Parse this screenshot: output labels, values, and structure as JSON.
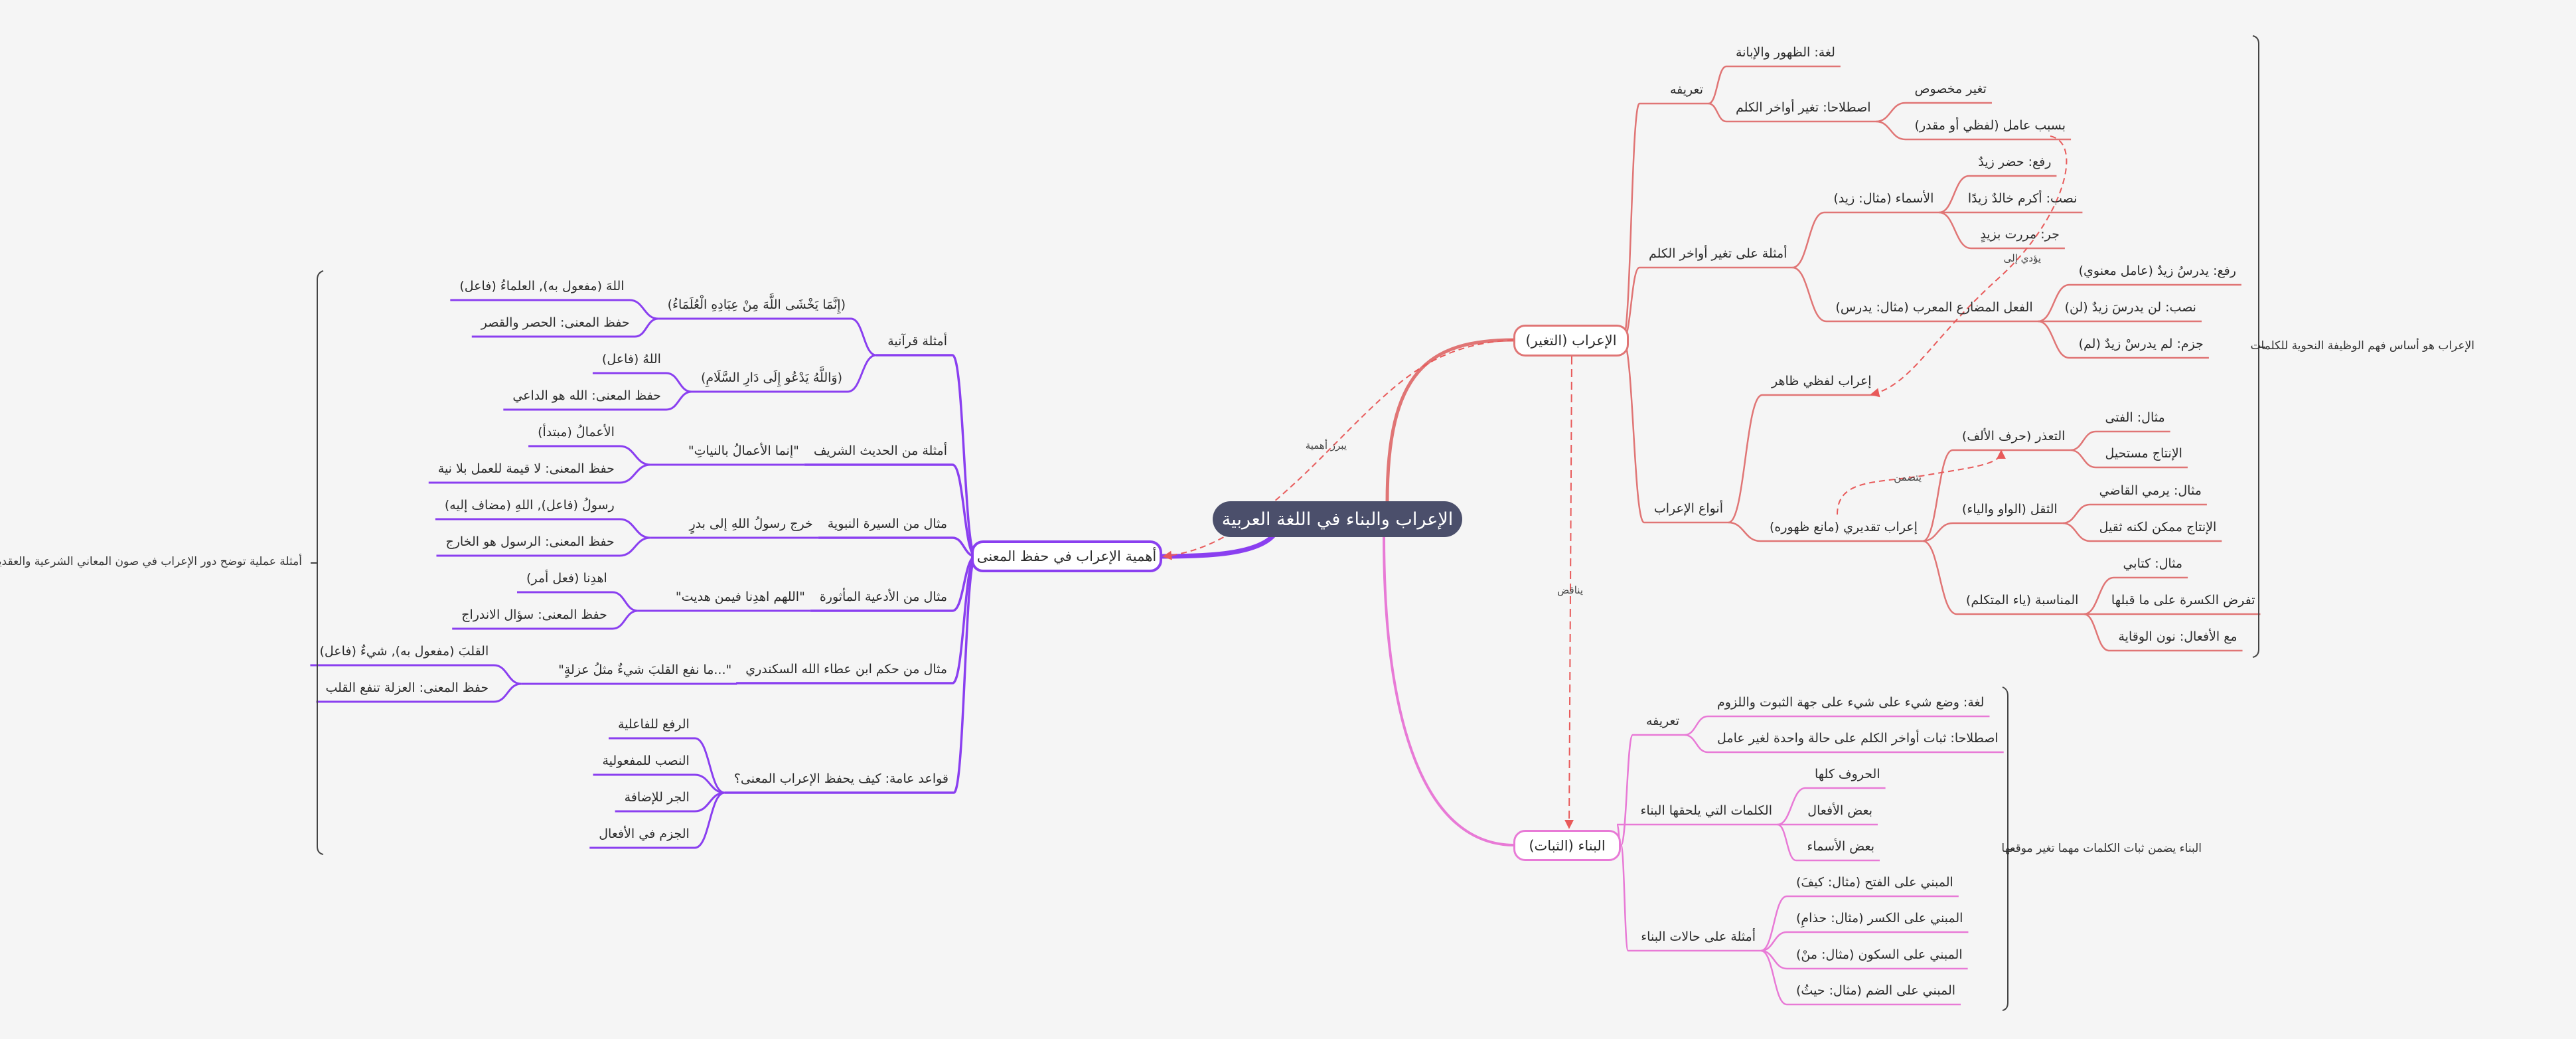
{
  "central": "الإعراب والبناء في اللغة العربية",
  "colors": {
    "irab": "#e07575",
    "bina": "#e87ad6",
    "importance": "#8a3ff0",
    "central": "#4b4f6b",
    "relation": "#e85a5a"
  },
  "irab": {
    "label": "الإعراب (التغير)",
    "children": [
      {
        "label": "تعريفه",
        "children": [
          {
            "label": "لغة: الظهور والإبانة"
          },
          {
            "label": "اصطلاحا: تغير أواخر الكلم",
            "children": [
              {
                "label": "تغير مخصوص"
              },
              {
                "label": "بسبب عامل (لفظي أو مقدر)"
              }
            ]
          }
        ]
      },
      {
        "label": "أمثلة على تغير أواخر الكلم",
        "children": [
          {
            "label": "الأسماء (مثال: زيد)",
            "children": [
              {
                "label": "رفع: حضر زيدٌ"
              },
              {
                "label": "نصب: أكرم خالدٌ زيدًا"
              },
              {
                "label": "جر: مررت بزيدٍ"
              }
            ]
          },
          {
            "label": "الفعل المضارع المعرب (مثال: يدرس)",
            "children": [
              {
                "label": "رفع: يدرسُ زيدٌ (عامل معنوي)"
              },
              {
                "label": "نصب: لن يدرسَ زيدٌ (لن)"
              },
              {
                "label": "جزم: لم يدرسْ زيدٌ (لم)"
              }
            ]
          }
        ]
      },
      {
        "label": "أنواع الإعراب",
        "children": [
          {
            "label": "إعراب لفظي ظاهر"
          },
          {
            "label": "إعراب تقديري (مانع ظهوره)",
            "children": [
              {
                "label": "التعذر (حرف الألف)",
                "children": [
                  {
                    "label": "مثال: الفتى"
                  },
                  {
                    "label": "الإنتاج مستحيل"
                  }
                ]
              },
              {
                "label": "الثقل (الواو والياء)",
                "children": [
                  {
                    "label": "مثال: يرمي القاضي"
                  },
                  {
                    "label": "الإنتاج ممكن لكنه ثقيل"
                  }
                ]
              },
              {
                "label": "المناسبة (ياء المتكلم)",
                "children": [
                  {
                    "label": "مثال: كتابي"
                  },
                  {
                    "label": "تفرض الكسرة على ما قبلها"
                  },
                  {
                    "label": "مع الأفعال: نون الوقاية"
                  }
                ]
              }
            ]
          }
        ]
      }
    ]
  },
  "bina": {
    "label": "البناء (الثبات)",
    "children": [
      {
        "label": "تعريفه",
        "children": [
          {
            "label": "لغة: وضع شيء على شيء على جهة الثبوت واللزوم"
          },
          {
            "label": "اصطلاحا: ثبات أواخر الكلم على حالة واحدة لغير عامل"
          }
        ]
      },
      {
        "label": "الكلمات التي يلحقها البناء",
        "children": [
          {
            "label": "الحروف كلها"
          },
          {
            "label": "بعض الأفعال"
          },
          {
            "label": "بعض الأسماء"
          }
        ]
      },
      {
        "label": "أمثلة على حالات البناء",
        "children": [
          {
            "label": "المبني على الفتح (مثال: كيفَ)"
          },
          {
            "label": "المبني على الكسر (مثال: حذامِ)"
          },
          {
            "label": "المبني على السكون (مثال: منْ)"
          },
          {
            "label": "المبني على الضم (مثال: حيثُ)"
          }
        ]
      }
    ]
  },
  "importance": {
    "label": "أهمية الإعراب في حفظ المعنى",
    "children": [
      {
        "label": "أمثلة قرآنية",
        "children": [
          {
            "label": "(إِنَّمَا يَخْشَى اللَّهَ مِنْ عِبَادِهِ الْعُلَمَاءُ)",
            "children": [
              {
                "label": "اللهَ (مفعول به), العلماءُ (فاعل)"
              },
              {
                "label": "حفظ المعنى: الحصر والقصر"
              }
            ]
          },
          {
            "label": "(وَاللَّهُ يَدْعُو إِلَى دَارِ السَّلَامِ)",
            "children": [
              {
                "label": "اللهُ (فاعل)"
              },
              {
                "label": "حفظ المعنى: الله هو الداعي"
              }
            ]
          }
        ]
      },
      {
        "label": "أمثلة من الحديث الشريف",
        "children": [
          {
            "label": "\"إنما الأعمالُ بالنياتِ\"",
            "children": [
              {
                "label": "الأعمالُ (مبتدأ)"
              },
              {
                "label": "حفظ المعنى: لا قيمة للعمل بلا نية"
              }
            ]
          }
        ]
      },
      {
        "label": "مثال من السيرة النبوية",
        "children": [
          {
            "label": "خرج رسولُ اللهِ إلى بدرٍ",
            "children": [
              {
                "label": "رسولُ (فاعل), اللهِ (مضاف إليه)"
              },
              {
                "label": "حفظ المعنى: الرسول هو الخارج"
              }
            ]
          }
        ]
      },
      {
        "label": "مثال من الأدعية المأثورة",
        "children": [
          {
            "label": "\"اللهم اهدِنا فيمن هديت\"",
            "children": [
              {
                "label": "اهدِنا (فعل أمر)"
              },
              {
                "label": "حفظ المعنى: سؤال الاندراج"
              }
            ]
          }
        ]
      },
      {
        "label": "مثال من حكم ابن عطاء الله السكندري",
        "children": [
          {
            "label": "\"...ما نفع القلبَ شيءٌ مثلُ عزلةٍ\"",
            "children": [
              {
                "label": "القلبَ (مفعول به), شيءٌ (فاعل)"
              },
              {
                "label": "حفظ المعنى: العزلة تنفع القلب"
              }
            ]
          }
        ]
      },
      {
        "label": "قواعد عامة: كيف يحفظ الإعراب المعنى؟",
        "children": [
          {
            "label": "الرفع للفاعلية"
          },
          {
            "label": "النصب للمفعولية"
          },
          {
            "label": "الجر للإضافة"
          },
          {
            "label": "الجزم في الأفعال"
          }
        ]
      }
    ]
  },
  "relations": {
    "leads_to": "يؤدي إلى",
    "includes": "يتضمن",
    "highlights": "يبرز أهمية",
    "contradicts": "يناقض"
  },
  "summaries": {
    "irab": "الإعراب هو أساس فهم الوظيفة النحوية للكلمات",
    "bina": "البناء يضمن ثبات الكلمات مهما تغير موقعها",
    "importance": "أمثلة عملية توضح دور الإعراب في صون المعاني الشرعية والعقدية"
  }
}
